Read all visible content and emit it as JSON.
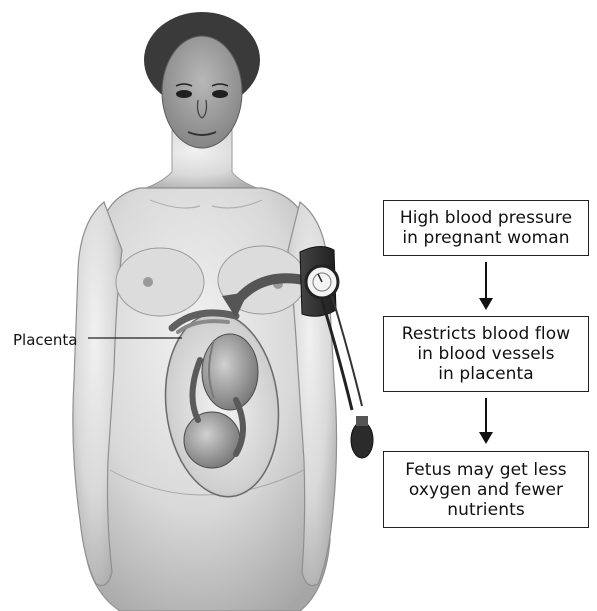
{
  "illustration": {
    "labels": {
      "placenta": "Placenta"
    }
  },
  "flow": {
    "boxes": [
      {
        "lines": [
          "High blood pressure",
          "in pregnant woman"
        ]
      },
      {
        "lines": [
          "Restricts blood flow",
          "in blood vessels",
          "in placenta"
        ]
      },
      {
        "lines": [
          "Fetus may get less",
          "oxygen and fewer",
          "nutrients"
        ]
      }
    ]
  },
  "colors": {
    "line": "#222222",
    "skin_light": "#e6e6e6",
    "skin_mid": "#bdbdbd",
    "skin_dark": "#8f8f8f",
    "hair": "#2c2c2c"
  }
}
